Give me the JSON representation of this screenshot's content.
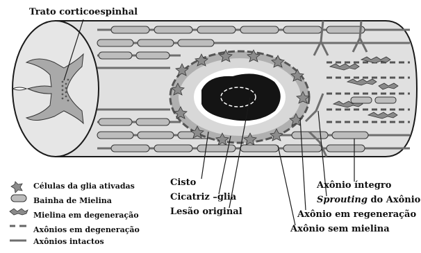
{
  "title_label": "Trato corticoespinhal",
  "center_labels": {
    "cyst": "Cisto",
    "glial_scar": "Cicatriz –glia",
    "original_lesion": "Lesão original"
  },
  "right_labels": {
    "intact_axon": "Axônio íntegro",
    "sprouting_prefix": "Sprouting",
    "sprouting_suffix": " do Axônio",
    "regenerating_axon": "Axônio em regeneração",
    "unmyelinated_axon": "Axônio sem mielina"
  },
  "legend": [
    {
      "id": "activated-glia",
      "label": "Células da glia ativadas"
    },
    {
      "id": "myelin-sheath",
      "label": "Bainha de Mielina"
    },
    {
      "id": "degenerating-myelin",
      "label": "Mielina em degeneração"
    },
    {
      "id": "degenerating-axons",
      "label": "Axônios em degeneração"
    },
    {
      "id": "intact-axons",
      "label": "Axônios intactos"
    }
  ],
  "colors": {
    "cord_fill": "#e0e0e0",
    "grey_matter": "#a9a9a9",
    "myelin": "#bdbdbd",
    "axon": "#6e6e6e",
    "glia": "#8c8c8c",
    "lesion": "#141414",
    "outline": "#1a1a1a"
  }
}
